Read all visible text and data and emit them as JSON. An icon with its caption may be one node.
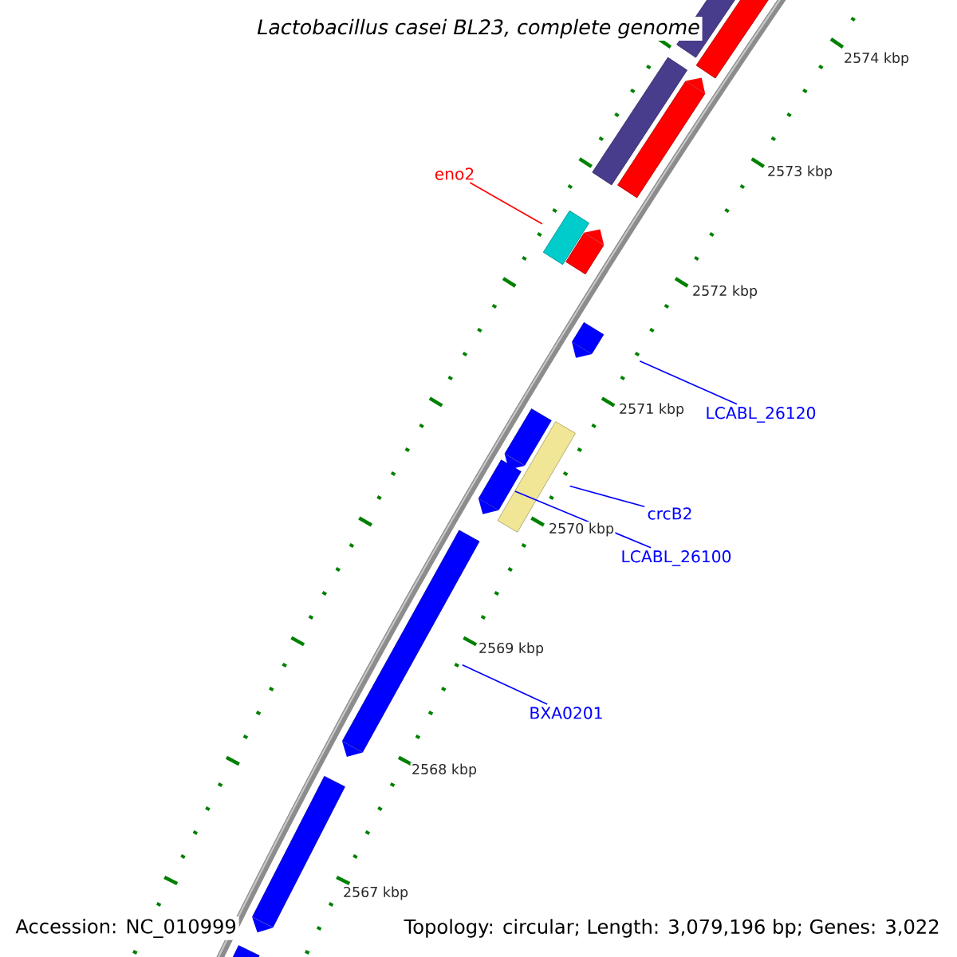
{
  "diagram": {
    "title": "Lactobacillus casei BL23, complete genome",
    "nodes": [
      {
        "text": [
          "eno2"
        ]
      },
      {
        "text": [],
        "shape": "bar"
      },
      {
        "text": [
          "LCABL_26120"
        ]
      },
      {
        "text": [],
        "shape": "bar"
      },
      {
        "text": [
          "crcB2"
        ]
      },
      {
        "text": [],
        "shape": "bar"
      },
      {
        "text": [
          "LCABL_26100"
        ]
      },
      {
        "text": [],
        "shape": "bar"
      },
      {
        "text": [
          "BXA0201"
        ]
      },
      {
        "text": [],
        "shape": "bar"
      },
      {
        "text": [],
        "shape": "bar"
      },
      {
        "text": [],
        "shape": "bar"
      },
      {
        "text": [],
        "shape": "bar"
      },
      {
        "text": [],
        "shape": "bar"
      },
      {
        "text": [],
        "shape": "bar"
      },
      {
        "text": [],
        "shape": "bar"
      },
      {
        "text": [],
        "shape": "bar"
      },
      {
        "text": [],
        "shape": "bar"
      }
    ],
    "edges": [
      {
        "from": 0,
        "to": 1,
        "arrow": "none",
        "color": "#ff0000"
      },
      {
        "from": 2,
        "to": 3,
        "arrow": "none"
      },
      {
        "from": 4,
        "to": 5,
        "arrow": "none"
      },
      {
        "from": 6,
        "to": 7,
        "arrow": "none"
      },
      {
        "from": 8,
        "to": 9,
        "arrow": "none"
      }
    ],
    "labels": [
      "2574 kbp",
      "2573 kbp",
      "2572 kbp",
      "2571 kbp",
      "2570 kbp",
      "2569 kbp",
      "2568 kbp",
      "2567 kbp",
      "Accession: NC_010999",
      "Topology: circular; Length: 3,079,196 bp; Genes: 3,022"
    ]
  }
}
